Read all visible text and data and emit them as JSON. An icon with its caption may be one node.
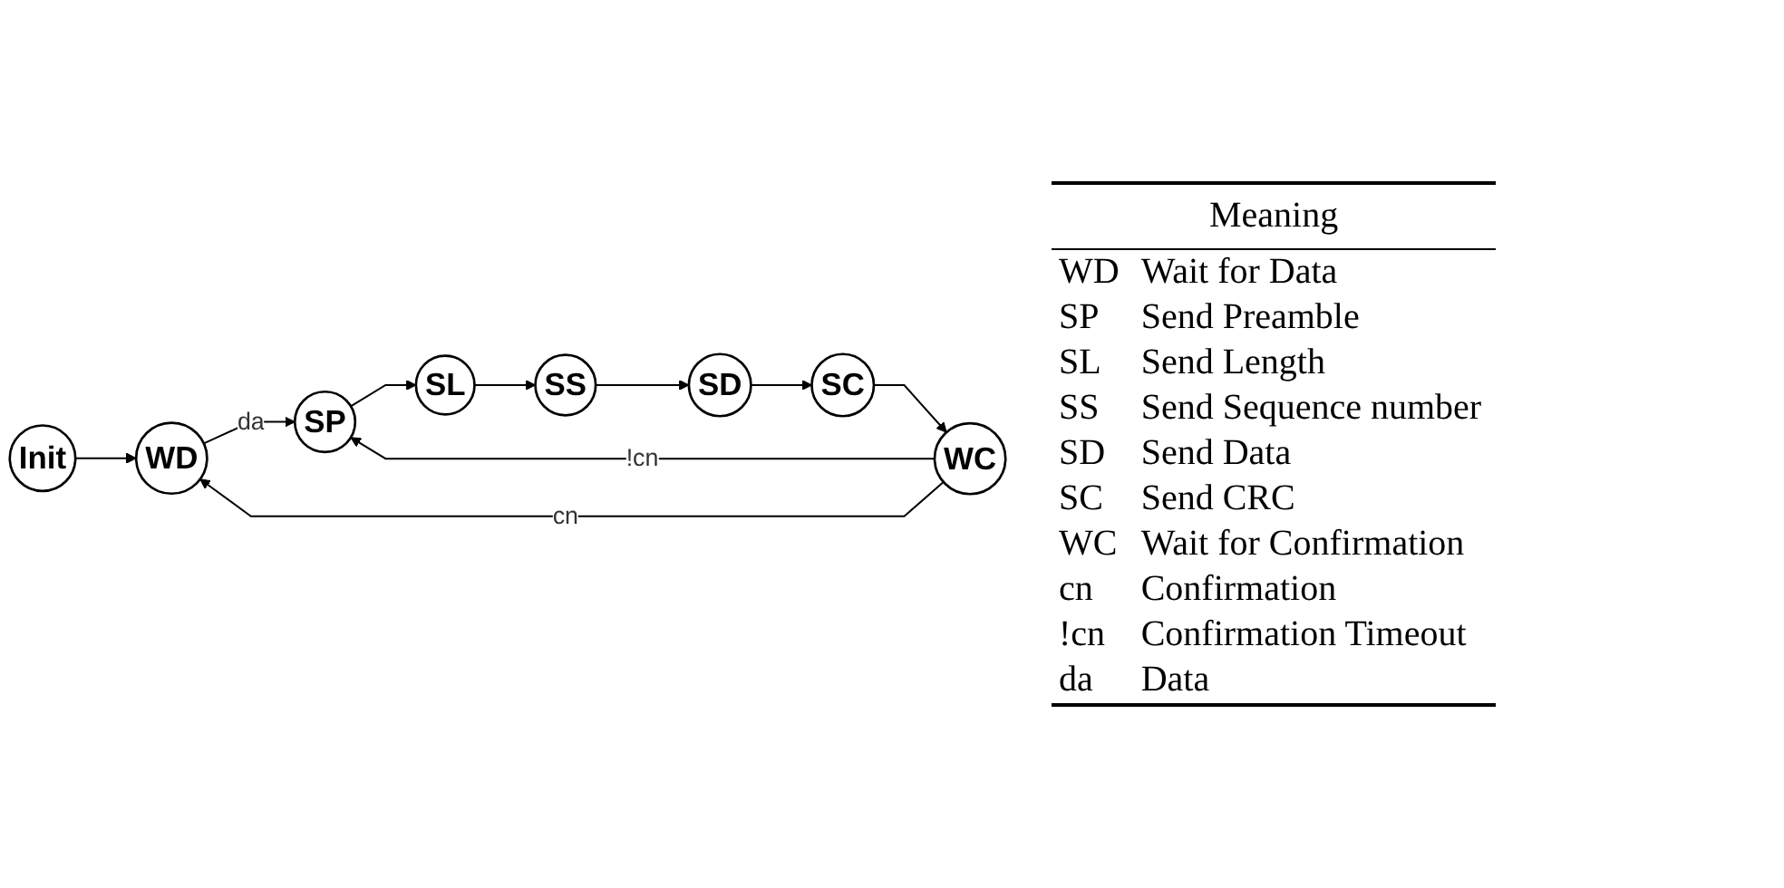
{
  "diagram": {
    "nodes": [
      {
        "text": [
          "Init"
        ]
      },
      {
        "text": [
          "WD"
        ]
      },
      {
        "text": [
          "SP"
        ]
      },
      {
        "text": [
          "WC"
        ]
      },
      {
        "text": [
          "SL"
        ]
      },
      {
        "text": [
          "SC"
        ]
      },
      {
        "text": [
          "SD"
        ]
      },
      {
        "text": [
          "SS"
        ]
      }
    ],
    "edges": [
      {
        "from": 0,
        "to": 1,
        "arrow": "to"
      },
      {
        "from": 1,
        "to": 2,
        "arrow": "to",
        "label": "da"
      },
      {
        "from": 2,
        "to": 4,
        "arrow": "to"
      },
      {
        "from": 4,
        "to": 7,
        "arrow": "to"
      },
      {
        "from": 7,
        "to": 6,
        "arrow": "to"
      },
      {
        "from": 6,
        "to": 5,
        "arrow": "to"
      },
      {
        "from": 5,
        "to": 3,
        "arrow": "to"
      },
      {
        "from": 3,
        "to": 1,
        "arrow": "to",
        "label": "cn"
      },
      {
        "from": 3,
        "to": 2,
        "arrow": "to",
        "label": "!cn"
      }
    ],
    "labels": [
      "Meaning",
      "WD",
      "Wait for Data",
      "SP",
      "Send Preamble",
      "SL",
      "Send Length",
      "SS",
      "Send Sequence number",
      "SD",
      "Send Data",
      "SC",
      "Send CRC",
      "WC",
      "Wait for Confirmation",
      "cn",
      "Confirmation",
      "!cn",
      "Confirmation Timeout",
      "da",
      "Data"
    ]
  }
}
